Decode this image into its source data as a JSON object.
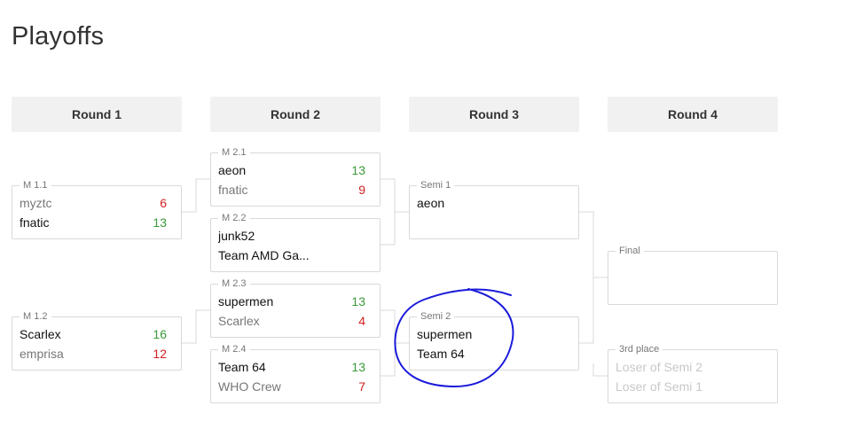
{
  "page": {
    "title": "Playoffs"
  },
  "rounds": [
    {
      "label": "Round 1"
    },
    {
      "label": "Round 2"
    },
    {
      "label": "Round 3"
    },
    {
      "label": "Round 4"
    }
  ],
  "matches": {
    "m11": {
      "label": "M 1.1",
      "team1": {
        "name": "myztc",
        "score": "6"
      },
      "team2": {
        "name": "fnatic",
        "score": "13"
      }
    },
    "m12": {
      "label": "M 1.2",
      "team1": {
        "name": "Scarlex",
        "score": "16"
      },
      "team2": {
        "name": "emprisa",
        "score": "12"
      }
    },
    "m21": {
      "label": "M 2.1",
      "team1": {
        "name": "aeon",
        "score": "13"
      },
      "team2": {
        "name": "fnatic",
        "score": "9"
      }
    },
    "m22": {
      "label": "M 2.2",
      "team1": {
        "name": "junk52",
        "score": ""
      },
      "team2": {
        "name": "Team AMD Ga...",
        "score": ""
      }
    },
    "m23": {
      "label": "M 2.3",
      "team1": {
        "name": "supermen",
        "score": "13"
      },
      "team2": {
        "name": "Scarlex",
        "score": "4"
      }
    },
    "m24": {
      "label": "M 2.4",
      "team1": {
        "name": "Team 64",
        "score": "13"
      },
      "team2": {
        "name": "WHO Crew",
        "score": "7"
      }
    },
    "semi1": {
      "label": "Semi 1",
      "team1": {
        "name": "aeon",
        "score": ""
      },
      "team2": {
        "name": "",
        "score": ""
      }
    },
    "semi2": {
      "label": "Semi 2",
      "team1": {
        "name": "supermen",
        "score": ""
      },
      "team2": {
        "name": "Team 64",
        "score": ""
      }
    },
    "final": {
      "label": "Final",
      "team1": {
        "name": "",
        "score": ""
      },
      "team2": {
        "name": "",
        "score": ""
      }
    },
    "third": {
      "label": "3rd place",
      "team1": {
        "name": "Loser of Semi 2",
        "score": ""
      },
      "team2": {
        "name": "Loser of Semi 1",
        "score": ""
      }
    }
  },
  "colors": {
    "win_score": "#3a9a3a",
    "loss_score": "#d32020",
    "annotation": "#1a1adb"
  }
}
